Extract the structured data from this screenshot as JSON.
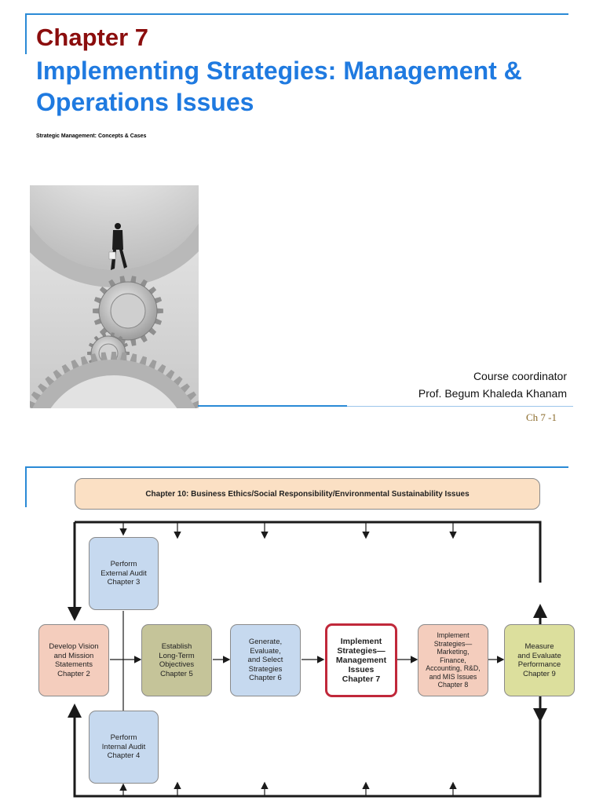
{
  "slide1": {
    "chapter_label": "Chapter 7",
    "title": "Implementing Strategies: Management & Operations Issues",
    "subtitle": "Strategic Management: Concepts & Cases",
    "coordinator_role": "Course coordinator",
    "coordinator_name": "Prof. Begum Khaleda Khanam",
    "slide_number": "Ch 7 -1"
  },
  "slide2": {
    "ethics_banner": "Chapter 10: Business Ethics/Social Responsibility/Environmental Sustainability Issues",
    "boxes": {
      "external_audit": "Perform\nExternal Audit\nChapter 3",
      "vision": "Develop Vision\nand Mission\nStatements\nChapter 2",
      "internal_audit": "Perform\nInternal Audit\nChapter 4",
      "objectives": "Establish\nLong-Term\nObjectives\nChapter 5",
      "strategies": "Generate,\nEvaluate,\nand Select\nStrategies\nChapter 6",
      "implement_mgmt": "Implement\nStrategies—\nManagement\nIssues\nChapter 7",
      "implement_ops": "Implement\nStrategies—\nMarketing,\nFinance,\nAccounting, R&D,\nand MIS Issues\nChapter 8",
      "measure": "Measure\nand Evaluate\nPerformance\nChapter 9"
    }
  }
}
